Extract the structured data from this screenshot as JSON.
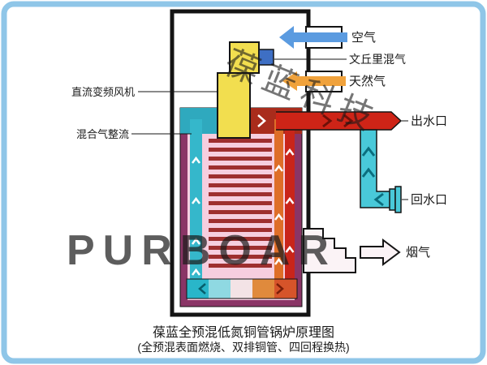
{
  "diagram": {
    "title": "葆蓝全预混低氮铜管锅炉原理图",
    "subtitle": "(全预混表面燃烧、双排铜管、四回程换热)",
    "watermark_cn": "葆蓝科技",
    "watermark_en": "PURBOAR",
    "labels": {
      "air": "空气",
      "venturi_mix": "文丘里混气",
      "natural_gas": "天然气",
      "dc_fan": "直流变频风机",
      "gas_rectifier": "混合气整流",
      "water_outlet": "出水口",
      "water_return": "回水口",
      "flue_gas": "烟气"
    },
    "colors": {
      "frame_border": "#8FC6E8",
      "air_arrow": "#5B9BE0",
      "gas_arrow": "#F0A23C",
      "fan_yellow": "#F2DE4F",
      "venturi_blue": "#3E6FC4",
      "hot_water_red": "#CE2417",
      "return_water_cyan": "#49C9D9",
      "shell_purple": "#8A3566",
      "chamber_pink": "#F6CEDF",
      "tube_maroon": "#9E2F2F",
      "watermark_blue": "#BFDFF1"
    }
  }
}
